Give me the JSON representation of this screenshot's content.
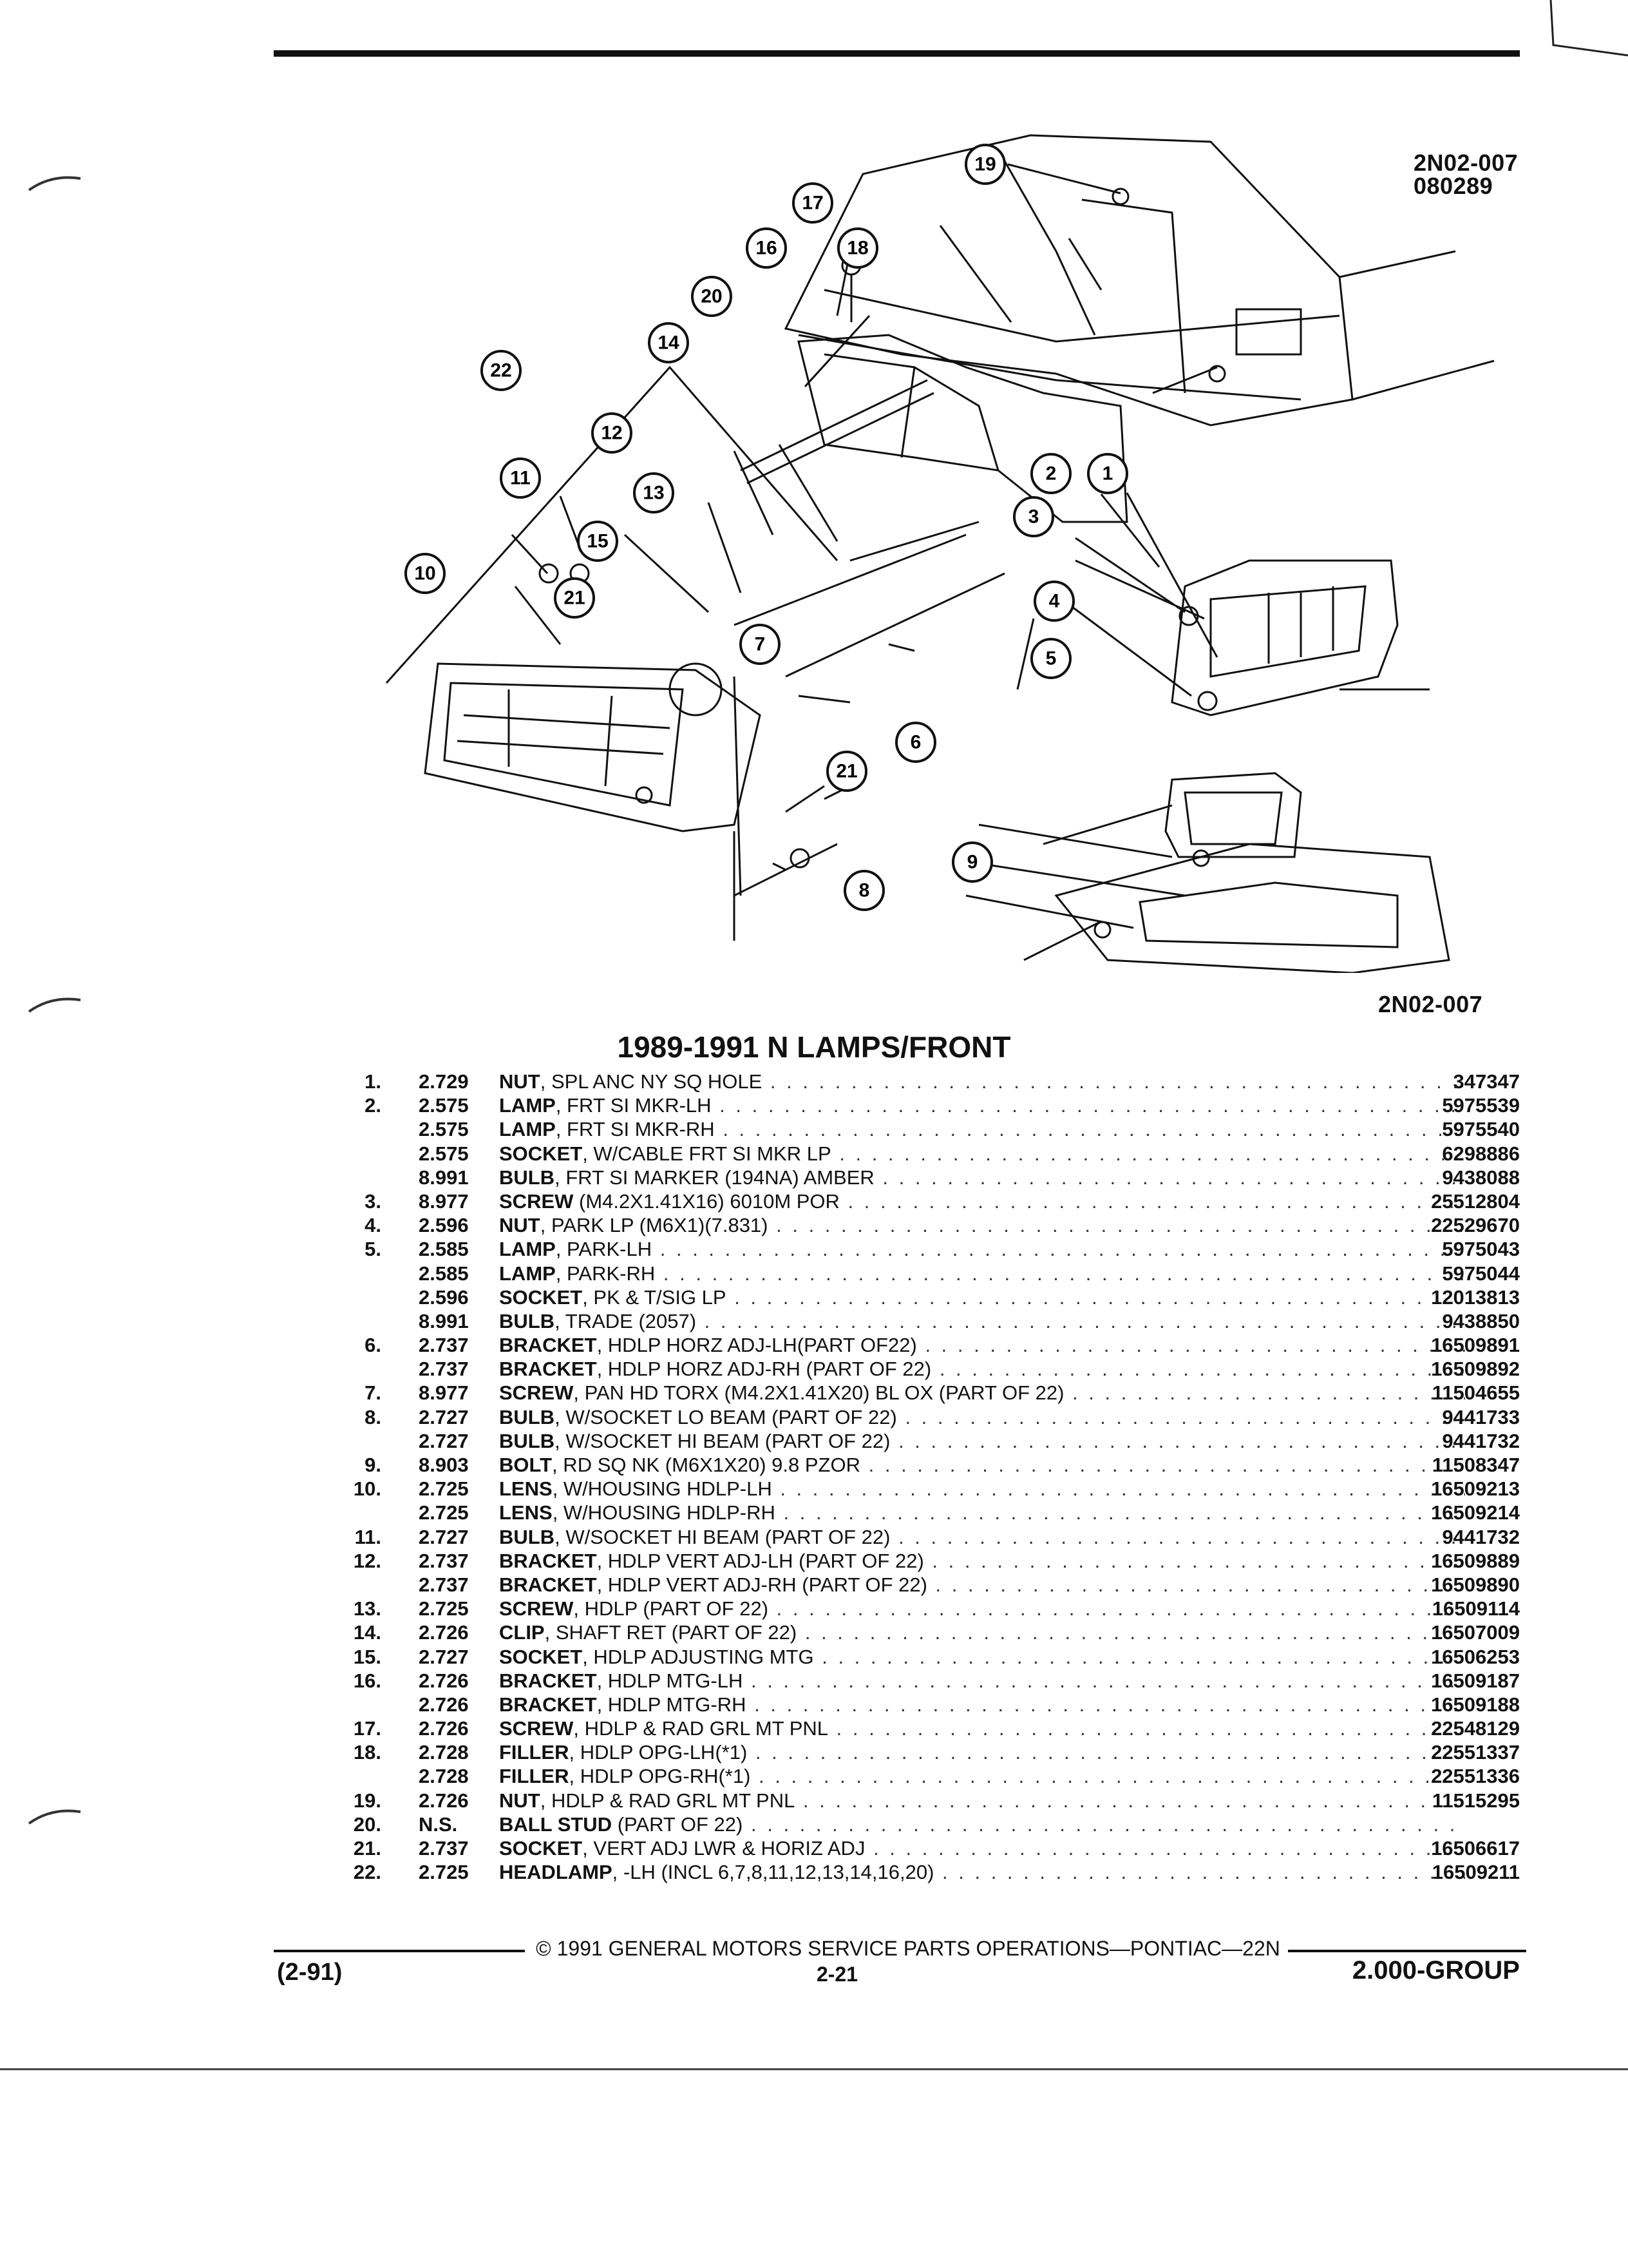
{
  "header": {
    "ref_top": "2N02-007",
    "ref_date": "080289"
  },
  "diagram": {
    "ref_bottom": "2N02-007",
    "callouts": [
      "1",
      "2",
      "3",
      "4",
      "5",
      "6",
      "7",
      "8",
      "9",
      "10",
      "11",
      "12",
      "13",
      "14",
      "15",
      "16",
      "17",
      "18",
      "19",
      "20",
      "21",
      "22"
    ]
  },
  "title": "1989-1991 N LAMPS/FRONT",
  "parts": [
    {
      "num": "1.",
      "grp": "2.729",
      "name": "NUT",
      "rest": ", SPL ANC NY SQ HOLE",
      "pn": "347347"
    },
    {
      "num": "2.",
      "grp": "2.575",
      "name": "LAMP",
      "rest": ", FRT SI MKR-LH",
      "pn": "5975539"
    },
    {
      "num": "",
      "grp": "2.575",
      "name": "LAMP",
      "rest": ", FRT SI MKR-RH",
      "pn": "5975540"
    },
    {
      "num": "",
      "grp": "2.575",
      "name": "SOCKET",
      "rest": ", W/CABLE FRT SI MKR LP",
      "pn": "6298886"
    },
    {
      "num": "",
      "grp": "8.991",
      "name": "BULB",
      "rest": ", FRT SI MARKER (194NA) AMBER",
      "pn": "9438088"
    },
    {
      "num": "3.",
      "grp": "8.977",
      "name": "SCREW",
      "rest": " (M4.2X1.41X16) 6010M POR",
      "pn": "25512804"
    },
    {
      "num": "4.",
      "grp": "2.596",
      "name": "NUT",
      "rest": ", PARK LP (M6X1)(7.831)",
      "pn": "22529670"
    },
    {
      "num": "5.",
      "grp": "2.585",
      "name": "LAMP",
      "rest": ", PARK-LH",
      "pn": "5975043"
    },
    {
      "num": "",
      "grp": "2.585",
      "name": "LAMP",
      "rest": ", PARK-RH",
      "pn": "5975044"
    },
    {
      "num": "",
      "grp": "2.596",
      "name": "SOCKET",
      "rest": ", PK & T/SIG LP",
      "pn": "12013813"
    },
    {
      "num": "",
      "grp": "8.991",
      "name": "BULB",
      "rest": ", TRADE (2057)",
      "pn": "9438850"
    },
    {
      "num": "6.",
      "grp": "2.737",
      "name": "BRACKET",
      "rest": ", HDLP HORZ ADJ-LH(PART OF22)",
      "pn": "16509891"
    },
    {
      "num": "",
      "grp": "2.737",
      "name": "BRACKET",
      "rest": ", HDLP HORZ ADJ-RH (PART OF 22)",
      "pn": "16509892"
    },
    {
      "num": "7.",
      "grp": "8.977",
      "name": "SCREW",
      "rest": ", PAN HD TORX (M4.2X1.41X20) BL OX (PART OF 22)",
      "pn": "11504655"
    },
    {
      "num": "8.",
      "grp": "2.727",
      "name": "BULB",
      "rest": ", W/SOCKET LO BEAM (PART OF 22)",
      "pn": "9441733"
    },
    {
      "num": "",
      "grp": "2.727",
      "name": "BULB",
      "rest": ", W/SOCKET HI BEAM (PART OF 22)",
      "pn": "9441732"
    },
    {
      "num": "9.",
      "grp": "8.903",
      "name": "BOLT",
      "rest": ", RD SQ NK (M6X1X20) 9.8 PZOR",
      "pn": "11508347"
    },
    {
      "num": "10.",
      "grp": "2.725",
      "name": "LENS",
      "rest": ", W/HOUSING HDLP-LH",
      "pn": "16509213"
    },
    {
      "num": "",
      "grp": "2.725",
      "name": "LENS",
      "rest": ", W/HOUSING HDLP-RH",
      "pn": "16509214"
    },
    {
      "num": "11.",
      "grp": "2.727",
      "name": "BULB",
      "rest": ", W/SOCKET HI BEAM (PART OF 22)",
      "pn": "9441732"
    },
    {
      "num": "12.",
      "grp": "2.737",
      "name": "BRACKET",
      "rest": ", HDLP VERT ADJ-LH (PART OF 22)",
      "pn": "16509889"
    },
    {
      "num": "",
      "grp": "2.737",
      "name": "BRACKET",
      "rest": ", HDLP VERT ADJ-RH (PART OF 22)",
      "pn": "16509890"
    },
    {
      "num": "13.",
      "grp": "2.725",
      "name": "SCREW",
      "rest": ", HDLP (PART OF 22)",
      "pn": "16509114"
    },
    {
      "num": "14.",
      "grp": "2.726",
      "name": "CLIP",
      "rest": ", SHAFT RET (PART OF 22)",
      "pn": "16507009"
    },
    {
      "num": "15.",
      "grp": "2.727",
      "name": "SOCKET",
      "rest": ", HDLP ADJUSTING MTG",
      "pn": "16506253"
    },
    {
      "num": "16.",
      "grp": "2.726",
      "name": "BRACKET",
      "rest": ", HDLP MTG-LH",
      "pn": "16509187"
    },
    {
      "num": "",
      "grp": "2.726",
      "name": "BRACKET",
      "rest": ", HDLP MTG-RH",
      "pn": "16509188"
    },
    {
      "num": "17.",
      "grp": "2.726",
      "name": "SCREW",
      "rest": ", HDLP & RAD GRL MT PNL",
      "pn": "22548129"
    },
    {
      "num": "18.",
      "grp": "2.728",
      "name": "FILLER",
      "rest": ", HDLP OPG-LH(*1)",
      "pn": "22551337"
    },
    {
      "num": "",
      "grp": "2.728",
      "name": "FILLER",
      "rest": ", HDLP OPG-RH(*1)",
      "pn": "22551336"
    },
    {
      "num": "19.",
      "grp": "2.726",
      "name": "NUT",
      "rest": ", HDLP & RAD GRL MT PNL",
      "pn": "11515295"
    },
    {
      "num": "20.",
      "grp": "N.S.",
      "name": "BALL STUD",
      "rest": " (PART OF 22)",
      "pn": ""
    },
    {
      "num": "21.",
      "grp": "2.737",
      "name": "SOCKET",
      "rest": ", VERT ADJ LWR & HORIZ ADJ",
      "pn": "16506617"
    },
    {
      "num": "22.",
      "grp": "2.725",
      "name": "HEADLAMP",
      "rest": ", -LH (INCL 6,7,8,11,12,13,14,16,20)",
      "pn": "16509211"
    }
  ],
  "footer": {
    "copyright": "© 1991 GENERAL MOTORS SERVICE PARTS OPERATIONS—PONTIAC—22N",
    "date_code": "(2-91)",
    "page": "2-21",
    "group": "2.000-GROUP"
  }
}
